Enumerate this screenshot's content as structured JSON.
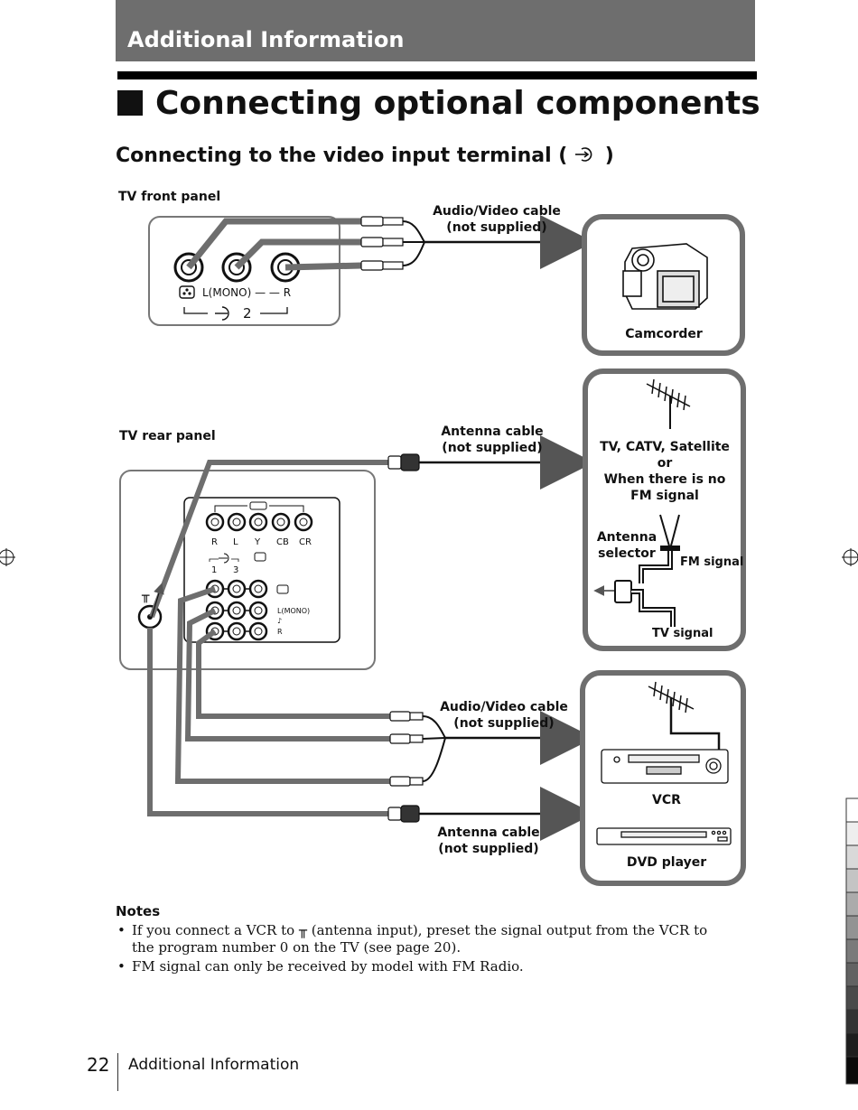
{
  "header": {
    "section": "Additional Information"
  },
  "title": "Connecting optional components",
  "subtitle": {
    "before": "Connecting to the video input terminal (",
    "after": ")"
  },
  "diagram": {
    "front_panel_label": "TV front panel",
    "front_jacks_label": "L(MONO) — — R",
    "front_input_number": "2",
    "av_cable_1": [
      "Audio/Video cable",
      "(not supplied)"
    ],
    "camcorder": "Camcorder",
    "rear_panel_label": "TV rear panel",
    "antenna_cable_1": [
      "Antenna cable",
      "(not supplied)"
    ],
    "antenna_box_text": [
      "TV, CATV, Satellite",
      "or",
      "When there is no",
      "FM signal"
    ],
    "antenna_selector": [
      "Antenna",
      "selector"
    ],
    "fm_signal": "FM signal",
    "tv_signal": "TV signal",
    "rear_component_labels": [
      "R",
      "L",
      "Y",
      "CB",
      "CR"
    ],
    "rear_input_numbers": [
      "1",
      "3"
    ],
    "rear_mono_label": "L(MONO)",
    "rear_r_label": "R",
    "av_cable_2": [
      "Audio/Video cable",
      "(not supplied)"
    ],
    "antenna_cable_2": [
      "Antenna cable",
      "(not supplied)"
    ],
    "vcr": "VCR",
    "dvd": "DVD player"
  },
  "notes": {
    "title": "Notes",
    "items": [
      "If you connect a VCR to ╥ (antenna input), preset the signal output from the VCR to the program number 0 on the TV (see page 20).",
      "FM signal can only be received by model with FM Radio."
    ]
  },
  "footer": {
    "page_number": "22",
    "section": "Additional Information"
  }
}
